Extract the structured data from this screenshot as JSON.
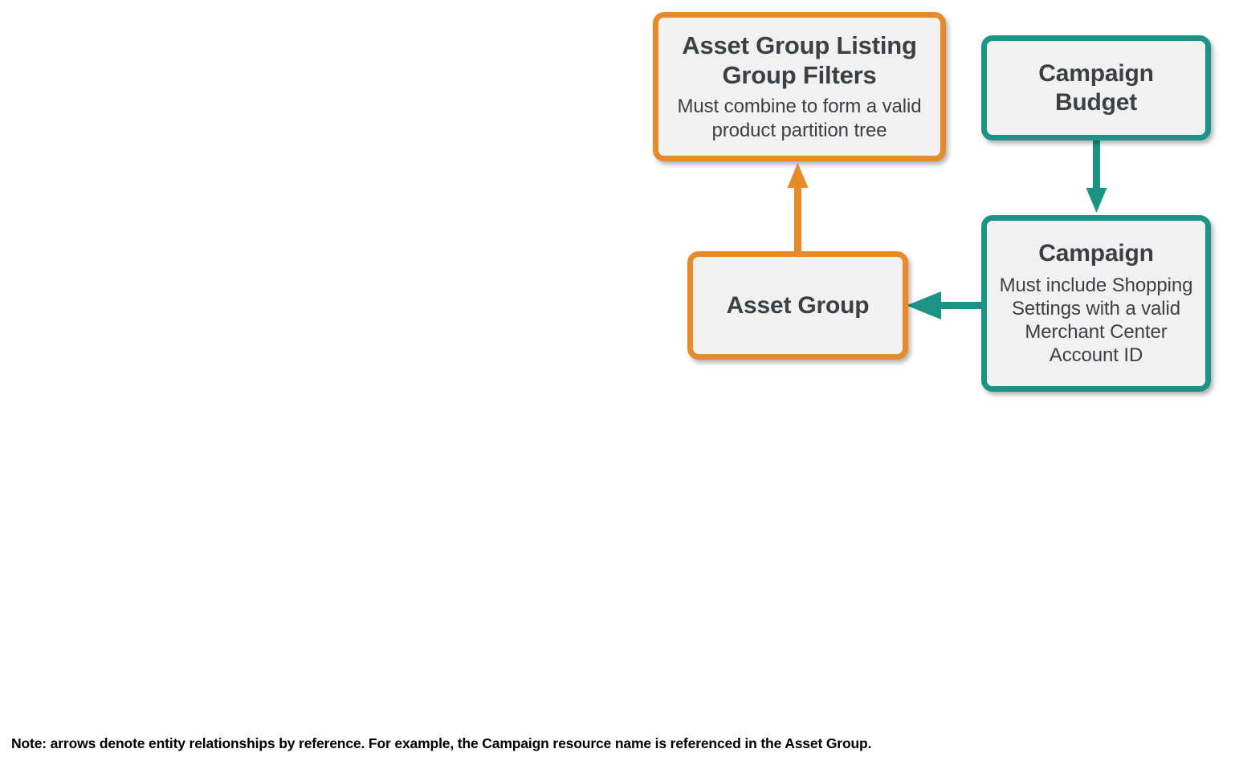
{
  "diagram": {
    "colors": {
      "orange": "#e68a2a",
      "teal": "#1b9486",
      "node_fill": "#f1f1f1",
      "text": "#3c4043",
      "note_text": "#000000",
      "background": "#ffffff"
    },
    "nodes": [
      {
        "id": "asset-group-listing-group-filters",
        "title": "Asset Group Listing Group Filters",
        "subtitle": "Must combine to form a valid product partition tree",
        "color": "#e68a2a"
      },
      {
        "id": "campaign-budget",
        "title": "Campaign Budget",
        "subtitle": "",
        "color": "#1b9486"
      },
      {
        "id": "asset-group",
        "title": "Asset Group",
        "subtitle": "",
        "color": "#e68a2a"
      },
      {
        "id": "campaign",
        "title": "Campaign",
        "subtitle": "Must include Shopping Settings with a valid Merchant Center Account ID",
        "color": "#1b9486"
      }
    ],
    "edges": [
      {
        "id": "asset-group-to-listing-group-filters",
        "from": "asset-group",
        "to": "asset-group-listing-group-filters",
        "direction": "up",
        "color": "#e68a2a"
      },
      {
        "id": "campaign-budget-to-campaign",
        "from": "campaign-budget",
        "to": "campaign",
        "direction": "down",
        "color": "#1b9486"
      },
      {
        "id": "campaign-to-asset-group",
        "from": "campaign",
        "to": "asset-group",
        "direction": "left",
        "color": "#1b9486"
      }
    ],
    "note": "Note: arrows denote entity relationships by reference. For example, the Campaign resource name is referenced in the Asset Group."
  }
}
